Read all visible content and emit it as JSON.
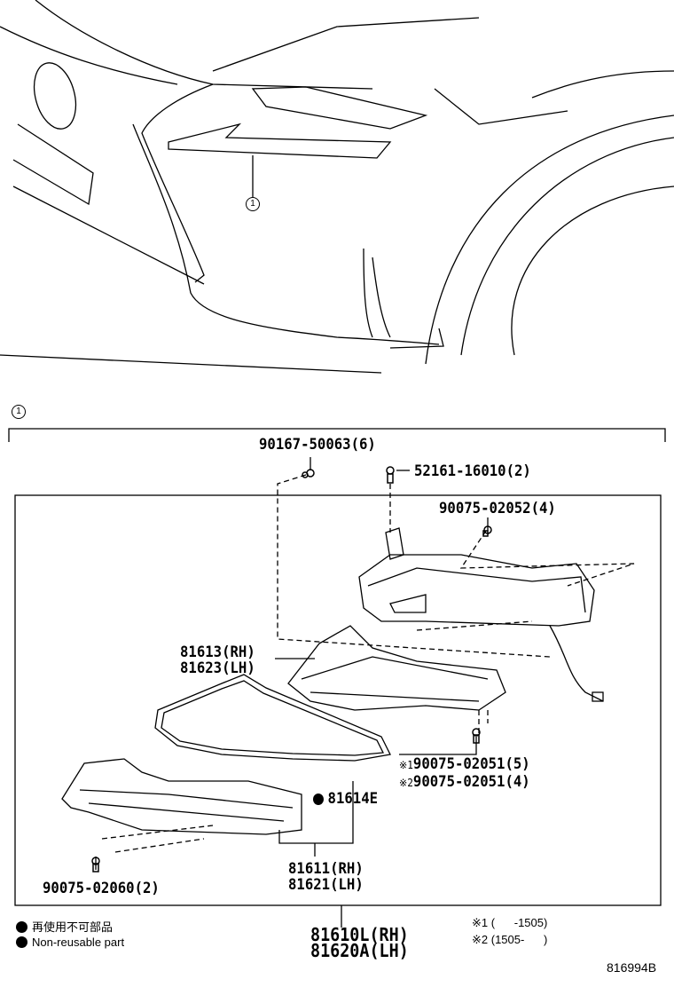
{
  "callout_marker": "1",
  "parts": {
    "bolt_1": "90167-50063(6)",
    "clip": "52161-16010(2)",
    "screw_top": "90075-02052(4)",
    "cover_rh": "81613(RH)",
    "cover_lh": "81623(LH)",
    "screw_note1": "90075-02051(5)",
    "screw_note2": "90075-02051(4)",
    "gasket": "81614E",
    "lens_rh": "81611(RH)",
    "lens_lh": "81621(LH)",
    "screw_bottom": "90075-02060(2)",
    "assy_rh": "81610L(RH)",
    "assy_lh": "81620A(LH)"
  },
  "notes": {
    "mark1": "※1",
    "mark2": "※2",
    "note1": "※1 (      -1505)",
    "note2": "※2 (1505-      )"
  },
  "legend": {
    "jp": "再使用不可部品",
    "en": "Non-reusable part"
  },
  "diagram_id": "816994B"
}
